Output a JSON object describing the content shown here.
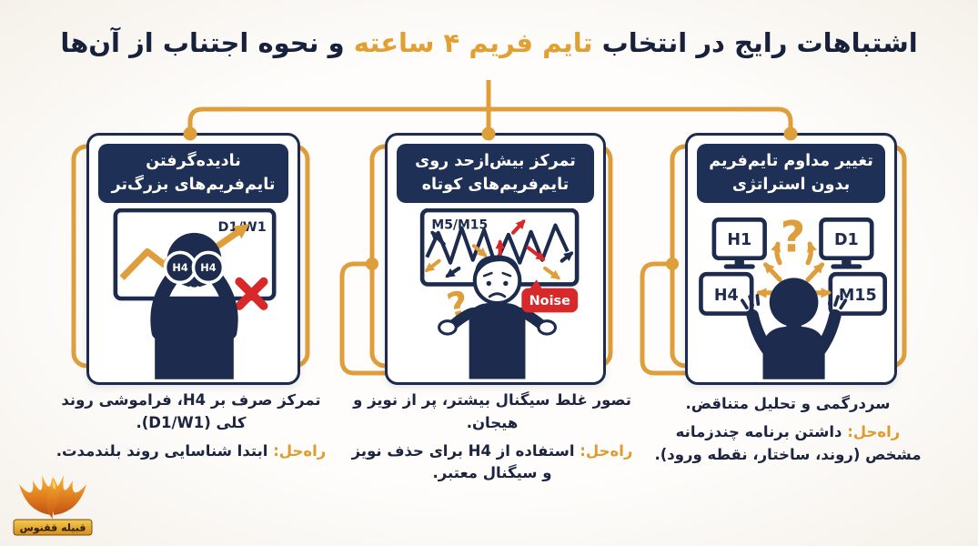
{
  "title": {
    "pre": "اشتباهات رایج در انتخاب",
    "highlight": "تایم فریم ۴ ساعته",
    "post": "و نحوه اجتناب از آن‌ها"
  },
  "colors": {
    "navy": "#1e2e52",
    "orange": "#dd9e3b",
    "red": "#d7282a",
    "gold": "#e7a93f",
    "white": "#ffffff"
  },
  "panels": [
    {
      "header_line1": "نادیده‌گرفتن",
      "header_line2": "تایم‌فریم‌های بزرگ‌تر",
      "illustration": {
        "chart_label": "D1/W1",
        "binocular_left": "H4",
        "binocular_right": "H4"
      },
      "problem": "تمرکز صرف بر H4، فراموشی روند کلی (D1/W1).",
      "solution_label": "راه‌حل:",
      "solution": "ابتدا شناسایی روند بلندمدت."
    },
    {
      "header_line1": "تمرکز بیش‌ازحد روی",
      "header_line2": "تایم‌فریم‌های کوتاه",
      "illustration": {
        "chart_label": "M5/M15",
        "noise_tag": "Noise",
        "question_mark": "?"
      },
      "problem": "تصور غلط سیگنال بیشتر، پر از نویز و هیجان.",
      "solution_label": "راه‌حل:",
      "solution": "استفاده از H4 برای حذف نویز و سیگنال معتبر."
    },
    {
      "header_line1": "تغییر مداوم تایم‌فریم",
      "header_line2": "بدون استراتژی",
      "illustration": {
        "question_mark": "?",
        "monitors": [
          "H1",
          "D1",
          "H4",
          "M15"
        ]
      },
      "problem": "سردرگمی و تحلیل متناقض.",
      "solution_label": "راه‌حل:",
      "solution": "داشتن برنامه چندزمانه مشخص (روند، ساختار، نقطه ورود)."
    }
  ],
  "logo": {
    "text": "قبیله ققنوس"
  }
}
